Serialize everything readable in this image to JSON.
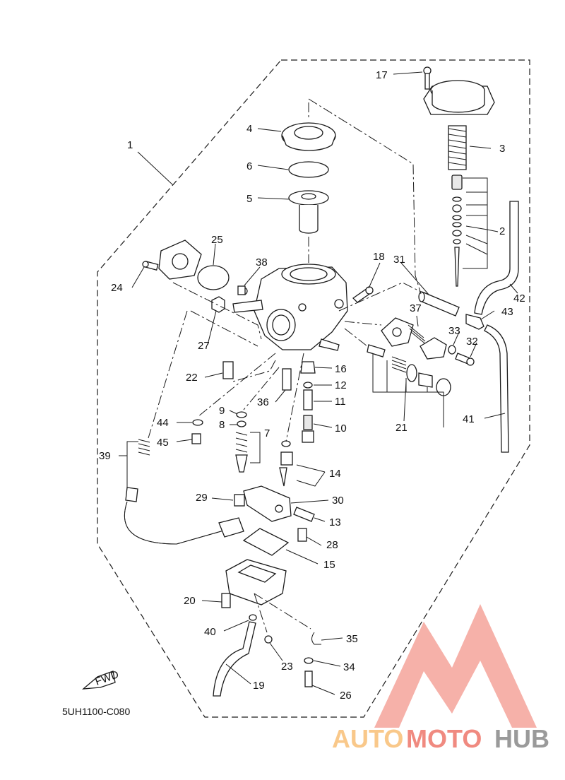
{
  "diagram": {
    "code": "5UH1100-C080",
    "fwd_label": "FWD",
    "callouts": [
      "1",
      "2",
      "3",
      "4",
      "5",
      "6",
      "7",
      "8",
      "9",
      "10",
      "11",
      "12",
      "13",
      "14",
      "15",
      "16",
      "17",
      "18",
      "19",
      "20",
      "21",
      "22",
      "23",
      "24",
      "25",
      "26",
      "27",
      "28",
      "29",
      "30",
      "31",
      "32",
      "33",
      "34",
      "35",
      "36",
      "37",
      "38",
      "39",
      "40",
      "41",
      "42",
      "43",
      "44",
      "45"
    ]
  },
  "watermark": {
    "part1": "AUTO",
    "part2": "MOTO",
    "part3": "HUB",
    "color_light": "#f9c88a",
    "color_red": "#f08a80",
    "color_grey": "#9a9a9a"
  }
}
